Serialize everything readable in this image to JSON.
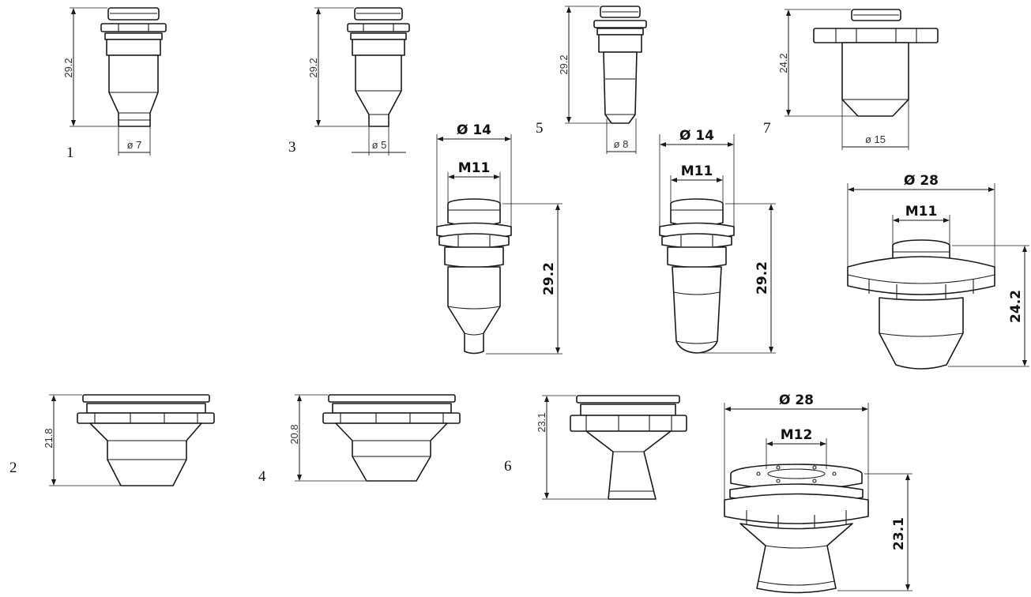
{
  "parts": {
    "n1": "1",
    "n2": "2",
    "n3": "3",
    "n4": "4",
    "n5": "5",
    "n6": "6",
    "n7": "7"
  },
  "dims": {
    "p1_h": "29.2",
    "p1_d": "ø 7",
    "p3_h": "29.2",
    "p3_d": "ø 5",
    "p5_h": "29.2",
    "p5_d": "ø 8",
    "p7_h": "24.2",
    "p7_d": "ø 15",
    "p2_h": "21.8",
    "p4_h": "20.8",
    "p6_h": "23.1",
    "det_a_d": "Ø 14",
    "det_a_m": "M11",
    "det_a_h": "29.2",
    "det_b_d": "Ø 14",
    "det_b_m": "M11",
    "det_b_h": "29.2",
    "det_c_d": "Ø 28",
    "det_c_m": "M11",
    "det_c_h": "24.2",
    "det_d_d": "Ø 28",
    "det_d_m": "M12",
    "det_d_h": "23.1"
  }
}
